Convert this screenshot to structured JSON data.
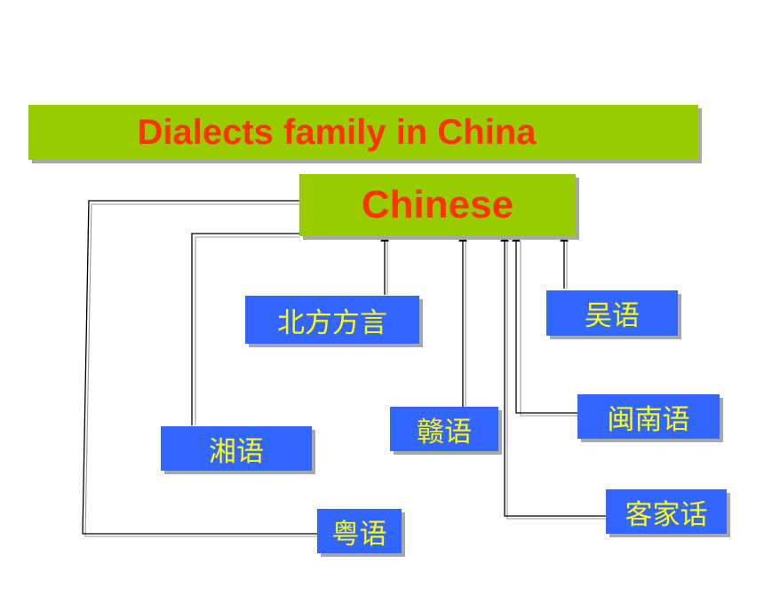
{
  "title": "Dialects family in China",
  "root": {
    "label": "Chinese"
  },
  "dialects": [
    {
      "label": "北方方言"
    },
    {
      "label": "吴语"
    },
    {
      "label": "湘语"
    },
    {
      "label": "赣语"
    },
    {
      "label": "闽南语"
    },
    {
      "label": "粤语"
    },
    {
      "label": "客家话"
    }
  ],
  "colors": {
    "banner_fill": "#99cc00",
    "title_text": "#ff3300",
    "dialect_box_fill": "#3366ff",
    "dialect_text": "#ffff00",
    "shadow": "#a8a8a8"
  }
}
